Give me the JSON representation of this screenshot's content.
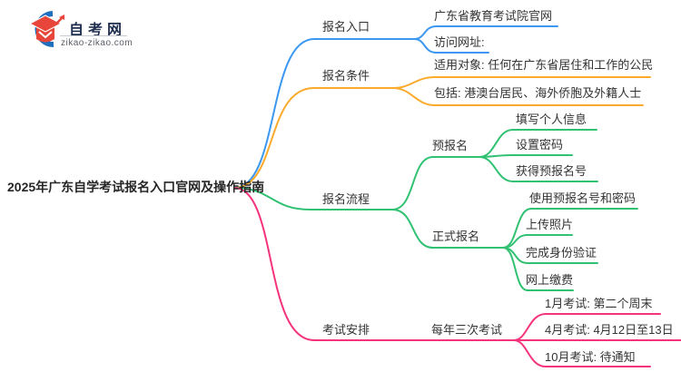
{
  "site": {
    "name": "自考网",
    "domain": "zikao-zikao.com",
    "logo_red": "#e8463a",
    "logo_blue": "#1e6fbe"
  },
  "mindmap": {
    "root": "2025年广东自学考试报名入口官网及操作指南",
    "branches": [
      {
        "label": "报名入口",
        "color": "#3b97f0",
        "children": [
          {
            "label": "广东省教育考试院官网"
          },
          {
            "label": "访问网址:"
          }
        ]
      },
      {
        "label": "报名条件",
        "color": "#fbaa2c",
        "children": [
          {
            "label": "适用对象: 任何在广东省居住和工作的公民"
          },
          {
            "label": "包括: 港澳台居民、海外侨胞及外籍人士"
          }
        ]
      },
      {
        "label": "报名流程",
        "color": "#30c272",
        "children": [
          {
            "label": "预报名",
            "children": [
              {
                "label": "填写个人信息"
              },
              {
                "label": "设置密码"
              },
              {
                "label": "获得预报名号"
              }
            ]
          },
          {
            "label": "正式报名",
            "children": [
              {
                "label": "使用预报名号和密码"
              },
              {
                "label": "上传照片"
              },
              {
                "label": "完成身份验证"
              },
              {
                "label": "网上缴费"
              }
            ]
          }
        ]
      },
      {
        "label": "考试安排",
        "color": "#f5337d",
        "children": [
          {
            "label": "每年三次考试",
            "children": [
              {
                "label": "1月考试: 第二个周末"
              },
              {
                "label": "4月考试: 4月12日至13日"
              },
              {
                "label": "10月考试: 待通知"
              }
            ]
          }
        ]
      }
    ]
  }
}
